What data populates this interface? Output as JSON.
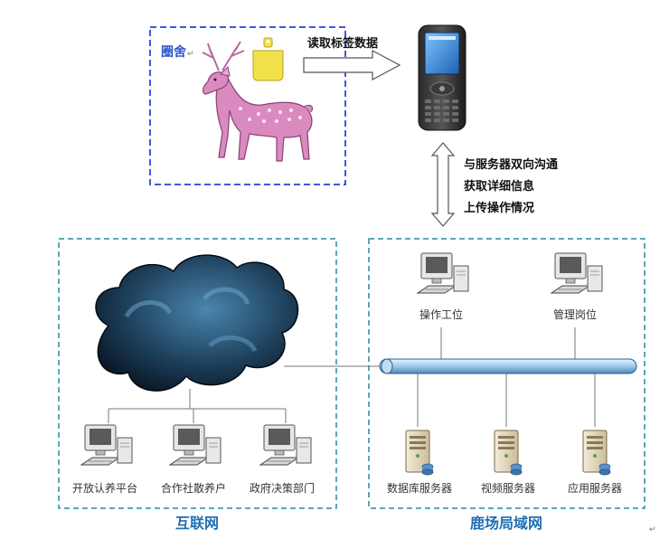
{
  "pen": {
    "label": "圈舍",
    "mark": "↵"
  },
  "arrows": {
    "read_tag": "读取标签数据",
    "server_comm": [
      "与服务器双向沟通",
      "获取详细信息",
      "上传操作情况"
    ]
  },
  "internet": {
    "title": "互联网",
    "clients": [
      {
        "label": "开放认养平台"
      },
      {
        "label": "合作社散养户"
      },
      {
        "label": "政府决策部门"
      }
    ]
  },
  "lan": {
    "title": "鹿场局域网",
    "workstations": [
      {
        "label": "操作工位"
      },
      {
        "label": "管理岗位"
      }
    ],
    "servers": [
      {
        "label": "数据库服务器"
      },
      {
        "label": "视频服务器"
      },
      {
        "label": "应用服务器"
      }
    ]
  },
  "corner_mark": "↵",
  "colors": {
    "pen_border": "#3b5bdb",
    "region_border": "#2a8a9a",
    "title": "#1f6fb2",
    "ear_tag": "#f2e14a",
    "deer": "#d98bc0",
    "cloud": "#1d3f5a"
  }
}
